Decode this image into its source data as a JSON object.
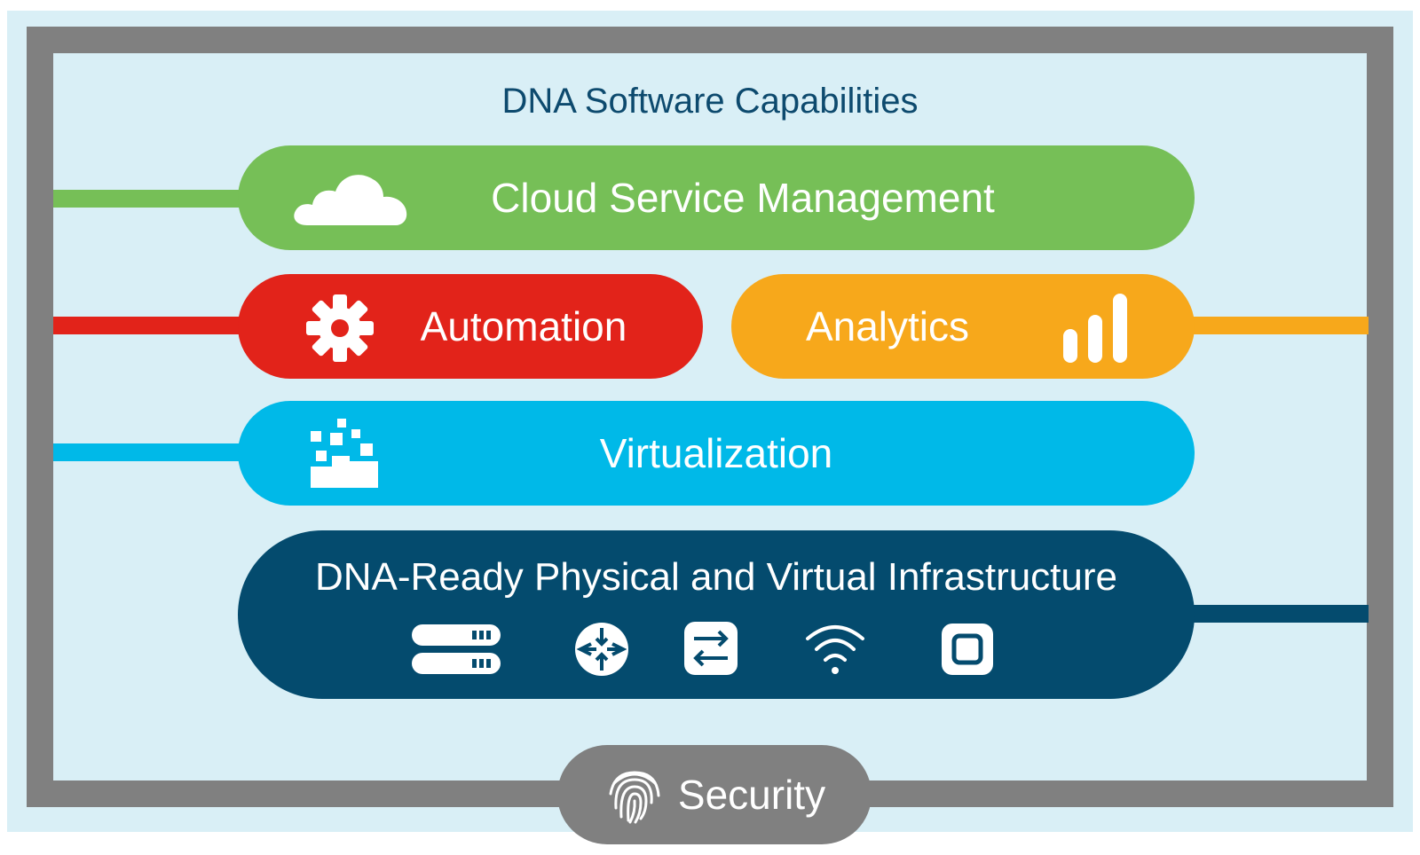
{
  "title": "DNA Software Capabilities",
  "layers": {
    "cloud": {
      "label": "Cloud Service Management",
      "icon": "cloud-icon",
      "color": "#76bf57"
    },
    "automation": {
      "label": "Automation",
      "icon": "gear-icon",
      "color": "#e2231a"
    },
    "analytics": {
      "label": "Analytics",
      "icon": "bar-chart-icon",
      "color": "#f7a81b"
    },
    "virtualization": {
      "label": "Virtualization",
      "icon": "virtualization-icon",
      "color": "#00b9e8"
    },
    "infrastructure": {
      "label": "DNA-Ready Physical and Virtual Infrastructure",
      "color": "#044b6e",
      "icons": [
        "server-icon",
        "router-icon",
        "switch-icon",
        "wifi-icon",
        "appliance-icon"
      ]
    }
  },
  "security": {
    "label": "Security",
    "icon": "fingerprint-icon",
    "color": "#808080"
  },
  "frame_color": "#808080",
  "background_color": "#d9eff6"
}
